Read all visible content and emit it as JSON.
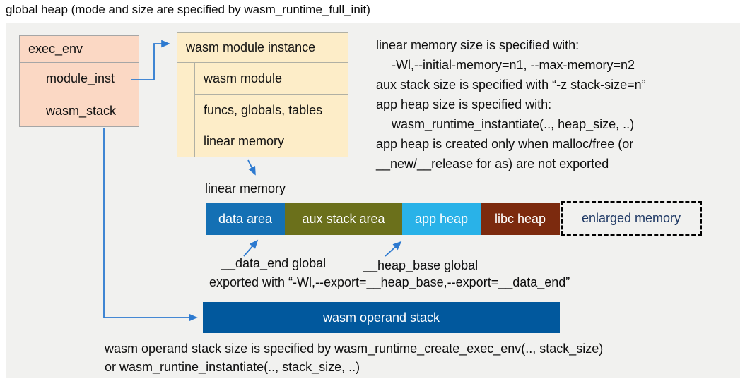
{
  "title": "global heap (mode and size are specified by wasm_runtime_full_init)",
  "colors": {
    "panel": "#f1f1ef",
    "exec_env_fill": "#fbd8c4",
    "module_instance_fill": "#fdedc8",
    "arrow_blue": "#2d7ad0",
    "data_area": "#1470b4",
    "aux_stack_area": "#6b701b",
    "app_heap": "#29b2e8",
    "libc_heap": "#7c2a0e",
    "enlarged_text": "#1e3864",
    "operand_stack": "#01589d"
  },
  "exec_env": {
    "title": "exec_env",
    "fields": [
      {
        "label": "module_inst"
      },
      {
        "label": "wasm_stack"
      }
    ]
  },
  "module_instance": {
    "title": "wasm module instance",
    "fields": [
      {
        "label": "wasm module"
      },
      {
        "label": "funcs, globals, tables"
      },
      {
        "label": "linear memory"
      }
    ]
  },
  "notes_right": {
    "lines": [
      {
        "text": "linear memory size is specified with:",
        "indent": false
      },
      {
        "text": "-Wl,--initial-memory=n1, --max-memory=n2",
        "indent": true
      },
      {
        "text": "aux stack size is specified with “-z stack-size=n”",
        "indent": false
      },
      {
        "text": "app heap size is specified with:",
        "indent": false
      },
      {
        "text": "wasm_runtime_instantiate(.., heap_size, ..)",
        "indent": true
      },
      {
        "text": "app heap is created only when malloc/free (or",
        "indent": false
      },
      {
        "text": "__new/__release for as) are not exported",
        "indent": false
      }
    ]
  },
  "linear_memory": {
    "label": "linear memory",
    "segments": [
      {
        "label": "data area",
        "color": "#1470b4"
      },
      {
        "label": "aux stack area",
        "color": "#6b701b"
      },
      {
        "label": "app heap",
        "color": "#29b2e8"
      },
      {
        "label": "libc heap",
        "color": "#7c2a0e"
      },
      {
        "label": "enlarged memory",
        "color": "dashed"
      }
    ],
    "annotations": {
      "data_end": "__data_end global",
      "heap_base": "__heap_base global",
      "exported": "exported with “-Wl,--export=__heap_base,--export=__data_end”"
    }
  },
  "operand_stack": {
    "label": "wasm operand stack"
  },
  "footer": {
    "lines": [
      "wasm operand stack size is specified by wasm_runtime_create_exec_env(.., stack_size)",
      "or wasm_runtine_instantiate(.., stack_size, ..)"
    ]
  }
}
